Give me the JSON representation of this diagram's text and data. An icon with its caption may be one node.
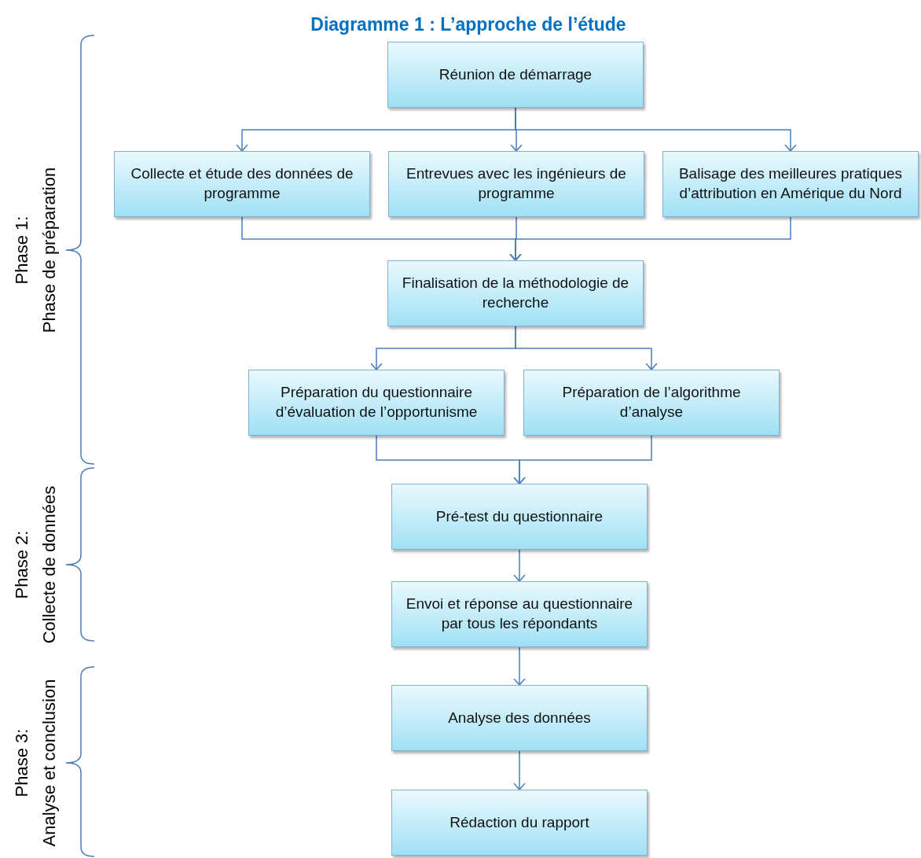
{
  "diagram": {
    "title": "Diagramme 1 : L’approche de l’étude",
    "nodes": [
      {
        "text": [
          "Réunion de démarrage"
        ]
      },
      {
        "text": [
          "Collecte  et étude des données de programme"
        ]
      },
      {
        "text": [
          "Entrevues avec les ingénieurs de programme"
        ]
      },
      {
        "text": [
          "Balisage des meilleures pratiques d’attribution en Amérique du Nord"
        ]
      },
      {
        "text": [
          "Finalisation de la méthodologie de recherche"
        ]
      },
      {
        "text": [
          "Préparation du questionnaire d’évaluation de l’opportunisme"
        ]
      },
      {
        "text": [
          "Préparation de l’algorithme d’analyse"
        ]
      },
      {
        "text": [
          "Pré-test du questionnaire"
        ]
      },
      {
        "text": [
          "Envoi et réponse au questionnaire par tous les répondants"
        ]
      },
      {
        "text": [
          "Analyse des données"
        ]
      },
      {
        "text": [
          "Rédaction du rapport"
        ]
      }
    ],
    "edges": [
      {
        "from": 0,
        "to": 1,
        "arrow": "to"
      },
      {
        "from": 0,
        "to": 2,
        "arrow": "to"
      },
      {
        "from": 0,
        "to": 3,
        "arrow": "to"
      },
      {
        "from": 1,
        "to": 4,
        "arrow": "to"
      },
      {
        "from": 2,
        "to": 4,
        "arrow": "to"
      },
      {
        "from": 3,
        "to": 4,
        "arrow": "to"
      },
      {
        "from": 4,
        "to": 5,
        "arrow": "to"
      },
      {
        "from": 4,
        "to": 6,
        "arrow": "to"
      },
      {
        "from": 5,
        "to": 7,
        "arrow": "to"
      },
      {
        "from": 6,
        "to": 7,
        "arrow": "to"
      },
      {
        "from": 7,
        "to": 8,
        "arrow": "to"
      },
      {
        "from": 8,
        "to": 9,
        "arrow": "to"
      },
      {
        "from": 9,
        "to": 10,
        "arrow": "to"
      }
    ],
    "labels": [
      "Phase 1:",
      "Phase de préparation",
      "Phase 2:",
      "Collecte de données",
      "Phase 3:",
      "Analyse et conclusion"
    ]
  }
}
